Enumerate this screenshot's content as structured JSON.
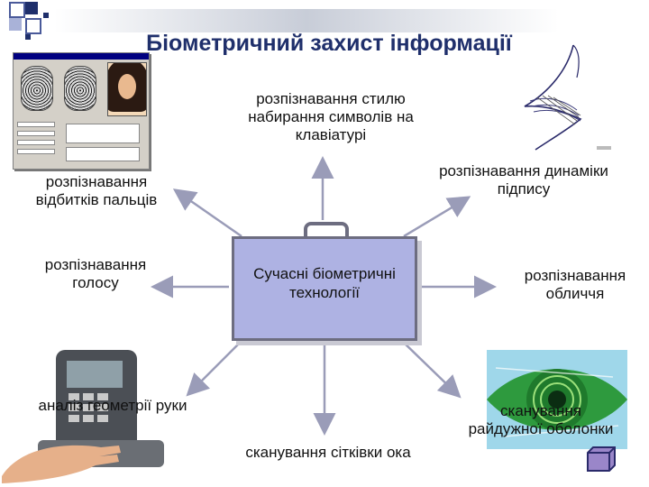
{
  "title": "Біометричний захист інформації",
  "center": {
    "line1": "Сучасні біометричні",
    "line2": "технології"
  },
  "labels": {
    "fingerprints": {
      "line1": "розпізнавання",
      "line2": "відбитків пальців"
    },
    "keystroke": {
      "line1": "розпізнавання стилю",
      "line2": "набирання символів на",
      "line3": "клавіатурі"
    },
    "signature": {
      "line1": "розпізнавання динаміки",
      "line2": "підпису"
    },
    "voice": {
      "line1": "розпізнавання",
      "line2": "голосу"
    },
    "face": {
      "line1": "розпізнавання",
      "line2": "обличчя"
    },
    "hand": {
      "line1": "аналіз геометрії руки"
    },
    "iris": {
      "line1": "сканування",
      "line2": "райдужної оболонки"
    },
    "retina": {
      "line1": "сканування сітківки ока"
    }
  },
  "colors": {
    "title": "#1f2f6b",
    "center_fill": "#aeb2e3",
    "arrow": "#9a9cb8"
  },
  "icons": [
    "fingerprint-scanner-screenshot",
    "signature-image",
    "hand-scanner-image",
    "eye-scan-image",
    "cube-icon",
    "corner-squares-decoration"
  ]
}
